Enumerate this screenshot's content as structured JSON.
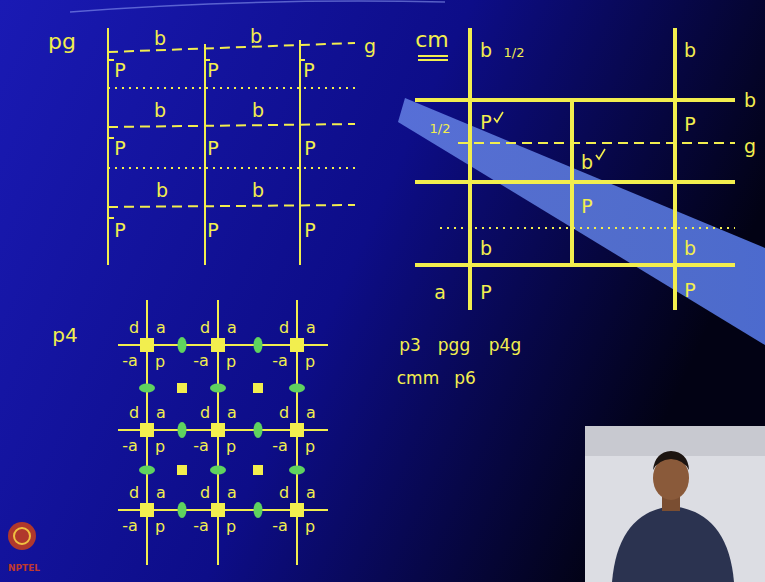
{
  "diagram": {
    "labels": [
      "pg",
      "b",
      "b",
      "g",
      "P",
      "P",
      "P",
      "b",
      "b",
      "P",
      "P",
      "P",
      "b",
      "b",
      "P",
      "P",
      "P",
      "cm",
      "b",
      "1/2",
      "b",
      "b",
      "P",
      "1/2",
      "g",
      "P",
      "b",
      "P",
      "b",
      "b",
      "a",
      "P",
      "P",
      "p4",
      "d",
      "a",
      "-a",
      "p",
      "d",
      "a",
      "-a",
      "p",
      "d",
      "a",
      "-a",
      "p",
      "d",
      "a",
      "-a",
      "p",
      "d",
      "a",
      "-a",
      "p",
      "d",
      "a",
      "-a",
      "p",
      "d",
      "a",
      "-a",
      "p",
      "d",
      "a",
      "-a",
      "p",
      "d",
      "a",
      "-a",
      "p",
      "p3",
      "pgg",
      "p4g",
      "cmm",
      "p6",
      "NPTEL"
    ]
  }
}
